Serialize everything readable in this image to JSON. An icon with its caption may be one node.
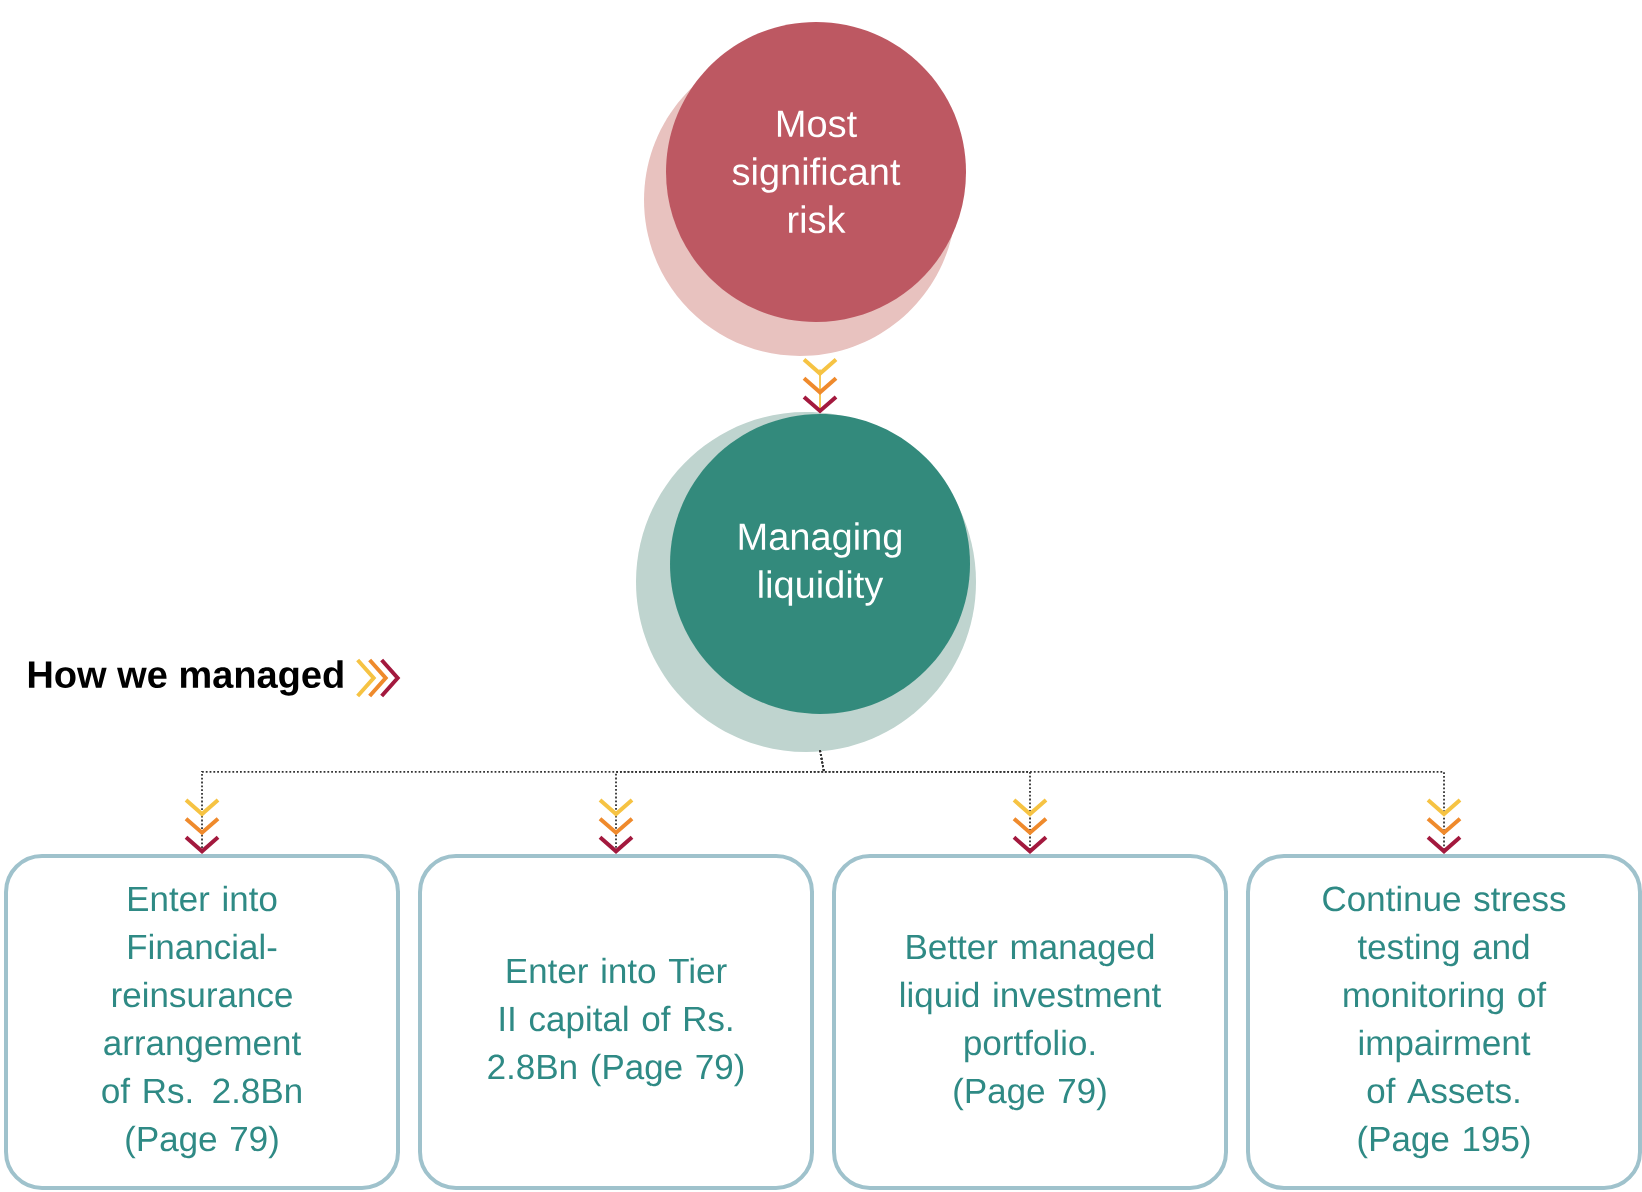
{
  "diagram": {
    "nodes": [
      {
        "text": [
          "Most significant risk"
        ]
      },
      {
        "text": [
          "Managing liquidity"
        ]
      },
      {
        "text": [
          "Enter into Financial-reinsurance arrangement of Rs. 2.8Bn (Page 79)"
        ]
      },
      {
        "text": [
          "Enter into Tier II capital of Rs. 2.8Bn (Page 79)"
        ]
      },
      {
        "text": [
          "Better managed liquid investment portfolio. (Page 79)"
        ]
      },
      {
        "text": [
          "Continue stress testing and monitoring of impairment of Assets. (Page 195)"
        ]
      }
    ],
    "edges": [
      {
        "from": 0,
        "to": 1,
        "arrow": "to",
        "color": "#f6c343"
      },
      {
        "from": 1,
        "to": 2,
        "arrow": "to",
        "style": "dashed"
      },
      {
        "from": 1,
        "to": 3,
        "arrow": "to",
        "style": "dashed"
      },
      {
        "from": 1,
        "to": 4,
        "arrow": "to",
        "style": "dashed"
      },
      {
        "from": 1,
        "to": 5,
        "arrow": "to",
        "style": "dashed"
      }
    ],
    "labels": [
      "How we managed"
    ]
  }
}
